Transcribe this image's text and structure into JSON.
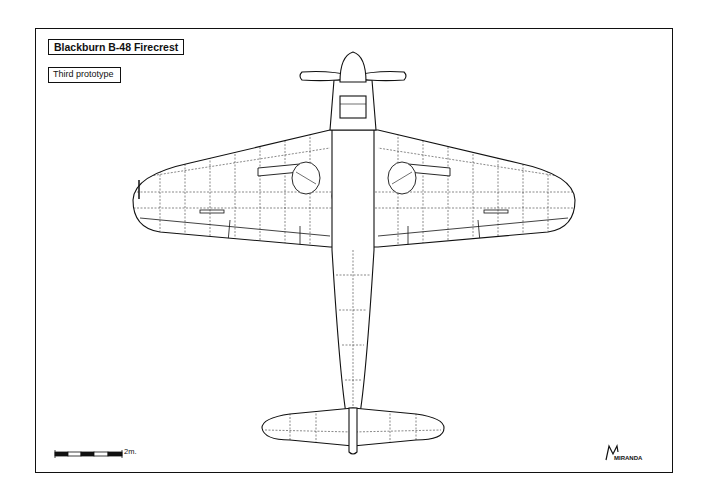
{
  "diagram": {
    "title": "Blackburn B-48 Firecrest",
    "nodes": [
      {
        "text": [
          "Third prototype"
        ]
      }
    ],
    "labels": [
      "2m.",
      "MIRANDA"
    ]
  }
}
